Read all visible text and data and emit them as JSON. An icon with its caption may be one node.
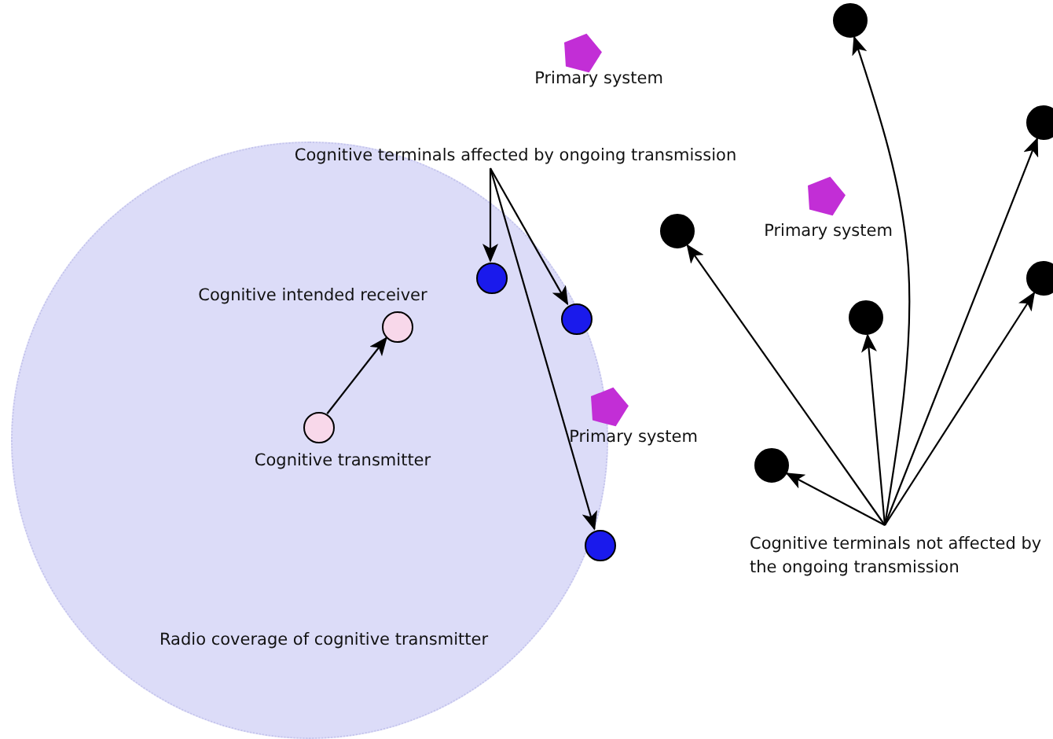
{
  "diagram": {
    "nodes": [
      {
        "text": [
          "Radio coverage of cognitive transmitter"
        ]
      },
      {
        "text": [
          "Cognitive terminals affected by ongoing transmission"
        ]
      },
      {
        "text": [],
        "shape": "circle",
        "in": 0
      },
      {
        "text": [],
        "shape": "circle",
        "in": 0
      },
      {
        "text": [],
        "shape": "circle",
        "in": 0
      },
      {
        "text": [
          "Cognitive transmitter"
        ],
        "in": 0
      },
      {
        "text": [
          "Cognitive intended receiver"
        ],
        "in": 0
      },
      {
        "text": [
          "Primary system"
        ]
      },
      {
        "text": [
          "Primary system"
        ]
      },
      {
        "text": [
          "Primary system"
        ]
      },
      {
        "text": [
          "Cognitive terminals not affected by the ongoing transmission"
        ]
      },
      {
        "text": [],
        "shape": "circle"
      },
      {
        "text": [],
        "shape": "circle"
      },
      {
        "text": [],
        "shape": "circle"
      },
      {
        "text": [],
        "shape": "circle"
      },
      {
        "text": [],
        "shape": "circle"
      },
      {
        "text": [],
        "shape": "circle"
      }
    ],
    "edges": [
      {
        "from": 5,
        "to": 6,
        "arrow": "to"
      },
      {
        "from": 1,
        "to": 2,
        "arrow": "to"
      },
      {
        "from": 1,
        "to": 3,
        "arrow": "to"
      },
      {
        "from": 1,
        "to": 4,
        "arrow": "to"
      },
      {
        "from": 10,
        "to": 11,
        "arrow": "to"
      },
      {
        "from": 10,
        "to": 12,
        "arrow": "to"
      },
      {
        "from": 10,
        "to": 13,
        "arrow": "to"
      },
      {
        "from": 10,
        "to": 14,
        "arrow": "to"
      },
      {
        "from": 10,
        "to": 15,
        "arrow": "to"
      },
      {
        "from": 10,
        "to": 16,
        "arrow": "to"
      }
    ]
  }
}
